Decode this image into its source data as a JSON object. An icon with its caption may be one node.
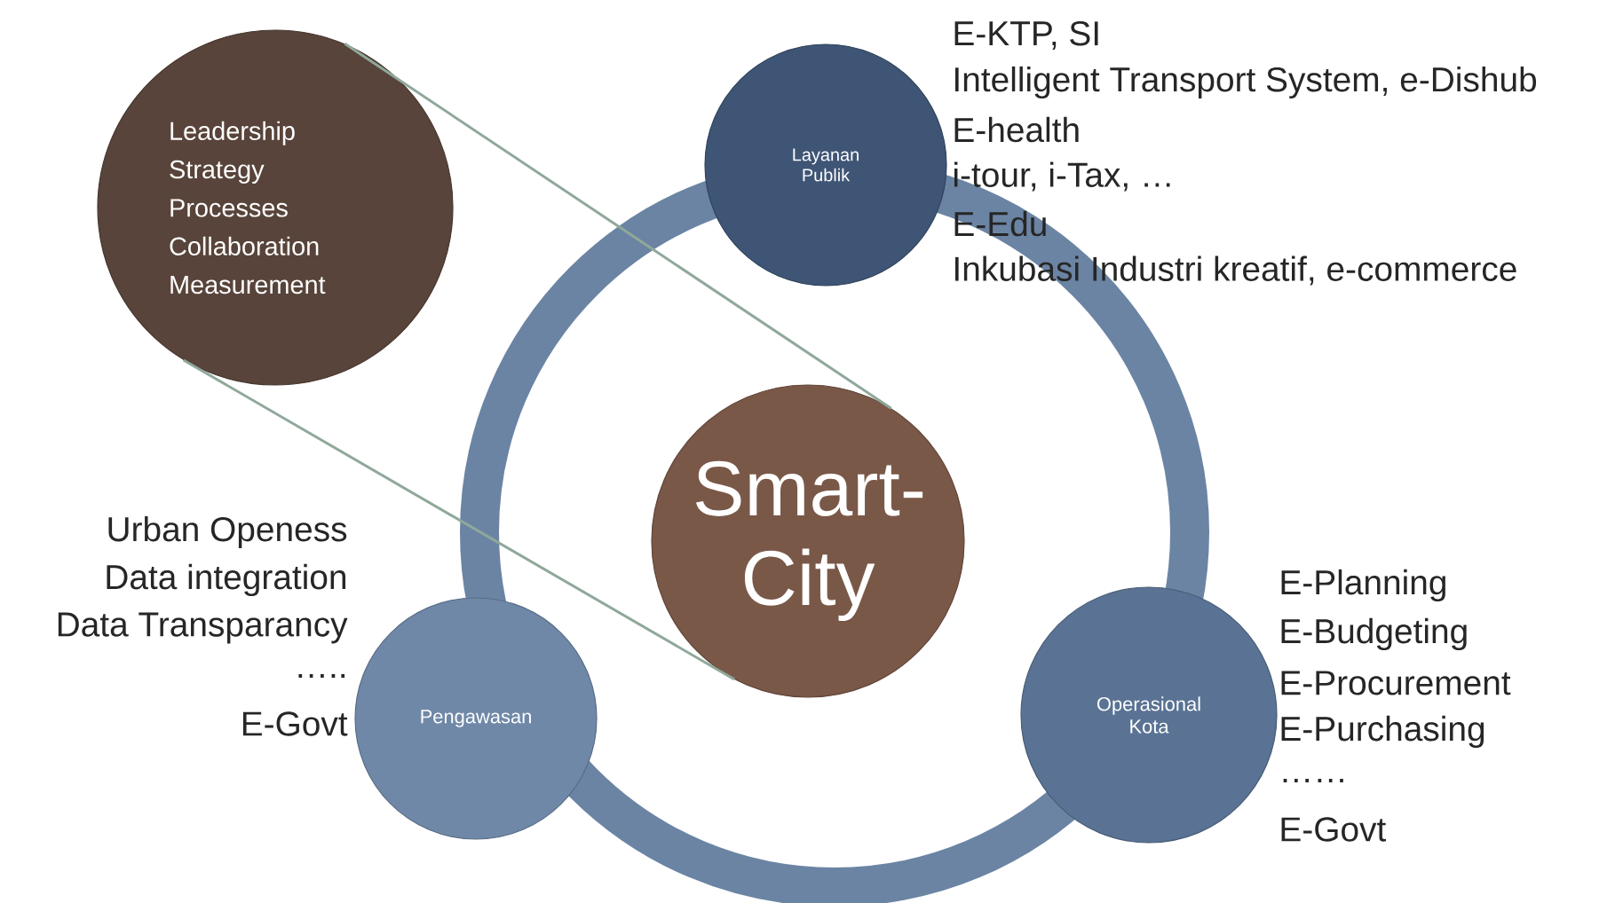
{
  "diagram": {
    "nodes": [
      {
        "text": [
          "Leadership",
          "Strategy",
          "Processes",
          "Collaboration",
          "Measurement"
        ]
      },
      {
        "text": [
          "Layanan Publik"
        ],
        "beside": [
          "E-KTP, SI",
          "Intelligent Transport System, e-Dishub",
          "E-health",
          "i-tour, i-Tax, …",
          "E-Edu",
          "Inkubasi Industri kreatif, e-commerce"
        ]
      },
      {
        "text": [
          "Smart-City"
        ]
      },
      {
        "text": [
          "Pengawasan"
        ],
        "beside": [
          "Urban Openess",
          "Data integration",
          "Data Transparancy",
          "…..",
          "E-Govt"
        ]
      },
      {
        "text": [
          "Operasional Kota"
        ],
        "beside": [
          "E-Planning",
          "E-Budgeting",
          "E-Procurement",
          "E-Purchasing",
          "……",
          "E-Govt"
        ]
      }
    ],
    "edges": [
      {
        "from": 0,
        "to": 2,
        "arrow": "none",
        "color": "#8fa89a"
      },
      {
        "from": 0,
        "to": 2,
        "arrow": "none",
        "color": "#8fa89a"
      }
    ]
  }
}
